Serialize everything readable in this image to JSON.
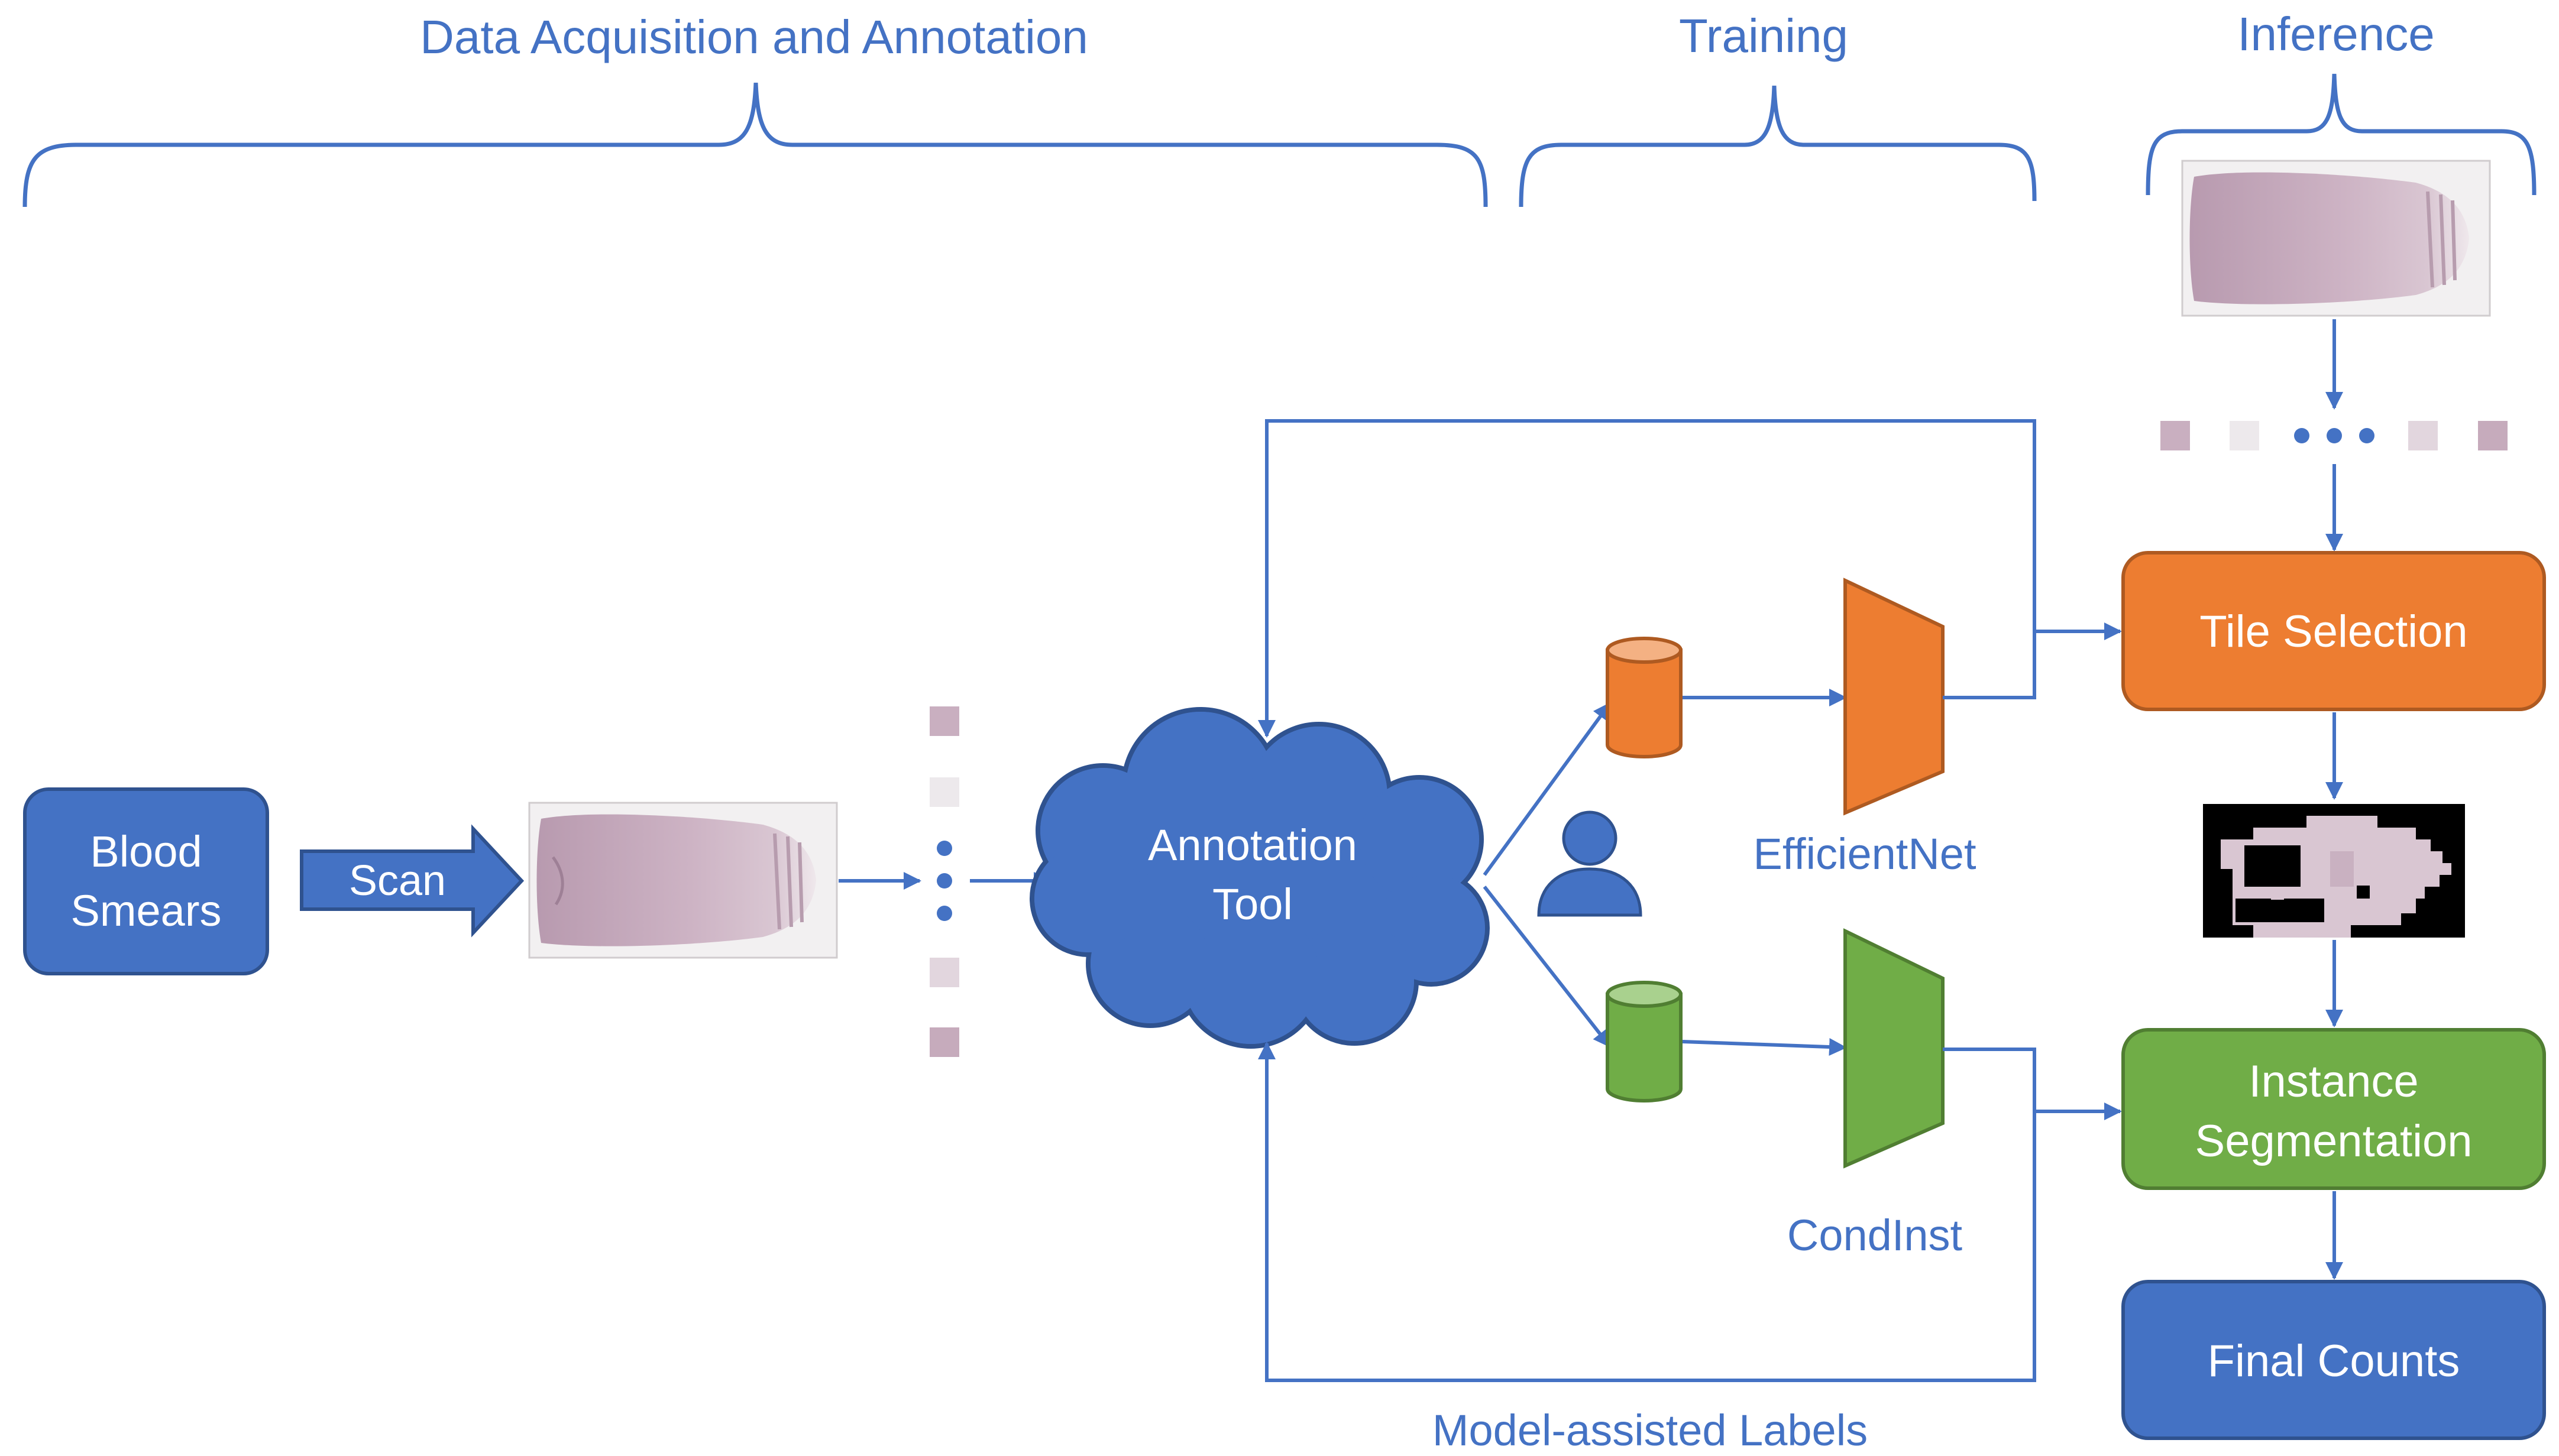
{
  "sections": {
    "acquisition": "Data Acquisition and Annotation",
    "training": "Training",
    "inference": "Inference"
  },
  "nodes": {
    "blood_smears": {
      "line1": "Blood",
      "line2": "Smears"
    },
    "scan": "Scan",
    "annotation_tool": {
      "line1": "Annotation",
      "line2": "Tool"
    },
    "efficientnet": "EfficientNet",
    "condinst": "CondInst",
    "tile_selection": "Tile Selection",
    "instance_segmentation": {
      "line1": "Instance",
      "line2": "Segmentation"
    },
    "final_counts": "Final Counts",
    "model_assisted_labels": "Model-assisted Labels"
  },
  "colors": {
    "blue": "#4472C4",
    "blue_dark": "#2F528F",
    "orange": "#ED7D31",
    "orange_dark": "#AE5A21",
    "green": "#70AD47",
    "green_dark": "#507E32",
    "text_blue": "#4472C4",
    "smear": "#C9AFC0"
  }
}
